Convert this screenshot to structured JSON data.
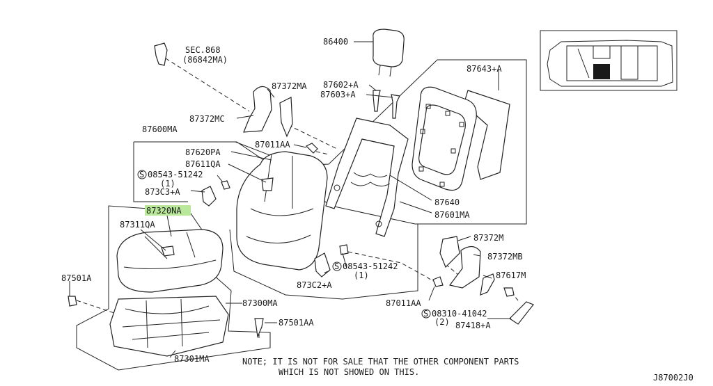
{
  "diagram": {
    "labels": {
      "sec868": "SEC.868",
      "sec868_sub": "(86842MA)",
      "p86400": "86400",
      "p87643A": "87643+A",
      "p87372MA": "87372MA",
      "p87602A": "87602+A",
      "p87603A": "87603+A",
      "p87372MC": "87372MC",
      "p87600MA": "87600MA",
      "p87011AA_top": "87011AA",
      "p87620PA": "87620PA",
      "p87611QA": "87611QA",
      "s08543_top": "08543-51242",
      "s08543_top_qty": "(1)",
      "p873C3A": "873C3+A",
      "p87640": "87640",
      "p87601MA": "87601MA",
      "p87320NA": "87320NA",
      "p87311QA": "87311QA",
      "p87372M": "87372M",
      "p87372MB": "87372MB",
      "s08543_bot": "08543-51242",
      "s08543_bot_qty": "(1)",
      "p87617M": "87617M",
      "p873C2A": "873C2+A",
      "p87501A": "87501A",
      "p87300MA": "87300MA",
      "p87011AA_bot": "87011AA",
      "s08310": "08310-41042",
      "s08310_qty": "(2)",
      "p87418A": "87418+A",
      "p87501AA": "87501AA",
      "p87301MA": "87301MA",
      "screw_symbol": "S"
    },
    "note_line1": "NOTE; IT IS NOT FOR SALE THAT THE OTHER COMPONENT PARTS",
    "note_line2": "WHICH IS NOT SHOWED ON THIS.",
    "diagram_code": "J87002J0",
    "highlight_color": "#b9e89a"
  }
}
